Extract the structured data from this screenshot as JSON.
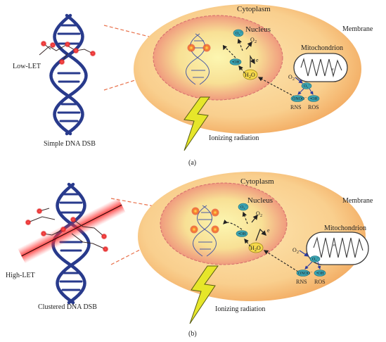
{
  "panel_a": {
    "caption": "(a)",
    "dna_label": "Low-LET",
    "dna_break_label": "Simple DNA DSB",
    "cytoplasm": "Cytoplasm",
    "nucleus": "Nucleus",
    "membrane": "Membrane",
    "mitochondrion": "Mitochondrion",
    "radiation": "Ionizing radiation",
    "o2_left": "O",
    "o2_right": "O",
    "h2o": "H",
    "e_minus": "e",
    "rns": "RNS",
    "ros": "ROS",
    "oh": "•OH",
    "onoo": "ONOO⁻",
    "o2_badge": "O₂⁻"
  },
  "panel_b": {
    "caption": "(b)",
    "dna_label": "High-LET",
    "dna_break_label": "Clustered DNA DSB",
    "cytoplasm": "Cytoplasm",
    "nucleus": "Nucleus",
    "membrane": "Membrane",
    "mitochondrion": "Mitochondrion",
    "radiation": "Ionizing radiation",
    "o2_left": "O",
    "o2_right": "O",
    "h2o": "H",
    "e_minus": "e",
    "rns": "RNS",
    "ros": "ROS",
    "oh": "•OH",
    "onoo": "ONOO⁻",
    "o2_badge": "O₂⁻"
  },
  "colors": {
    "cell_outer": "#f6c07a",
    "cell_edge": "#f0a85a",
    "nucleus_core": "#fbf3a4",
    "nucleus_edge": "#e88070",
    "dna": "#283a8c",
    "break_red": "#e32a2a",
    "teal": "#3aa3b2",
    "bolt": "#e6e62a"
  }
}
